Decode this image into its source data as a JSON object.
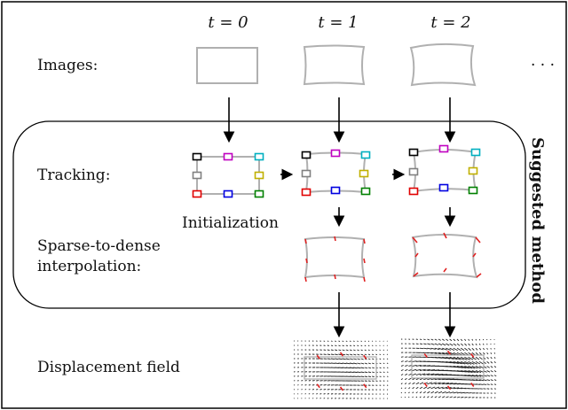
{
  "time_labels": [
    "t = 0",
    "t = 1",
    "t = 2"
  ],
  "ellipsis": "· · ·",
  "row_labels": {
    "images": "Images:",
    "tracking": "Tracking:",
    "interp_line1": "Sparse-to-dense",
    "interp_line2": "interpolation:",
    "displacement": "Displacement field"
  },
  "initialization_label": "Initialization",
  "side_label": "Suggested method",
  "tracker_colors": [
    "#000000",
    "#c000c0",
    "#00b0c0",
    "#808080",
    "#c0b000",
    "#e00000",
    "#0000e0",
    "#008000"
  ],
  "vector_color": "#e02020"
}
